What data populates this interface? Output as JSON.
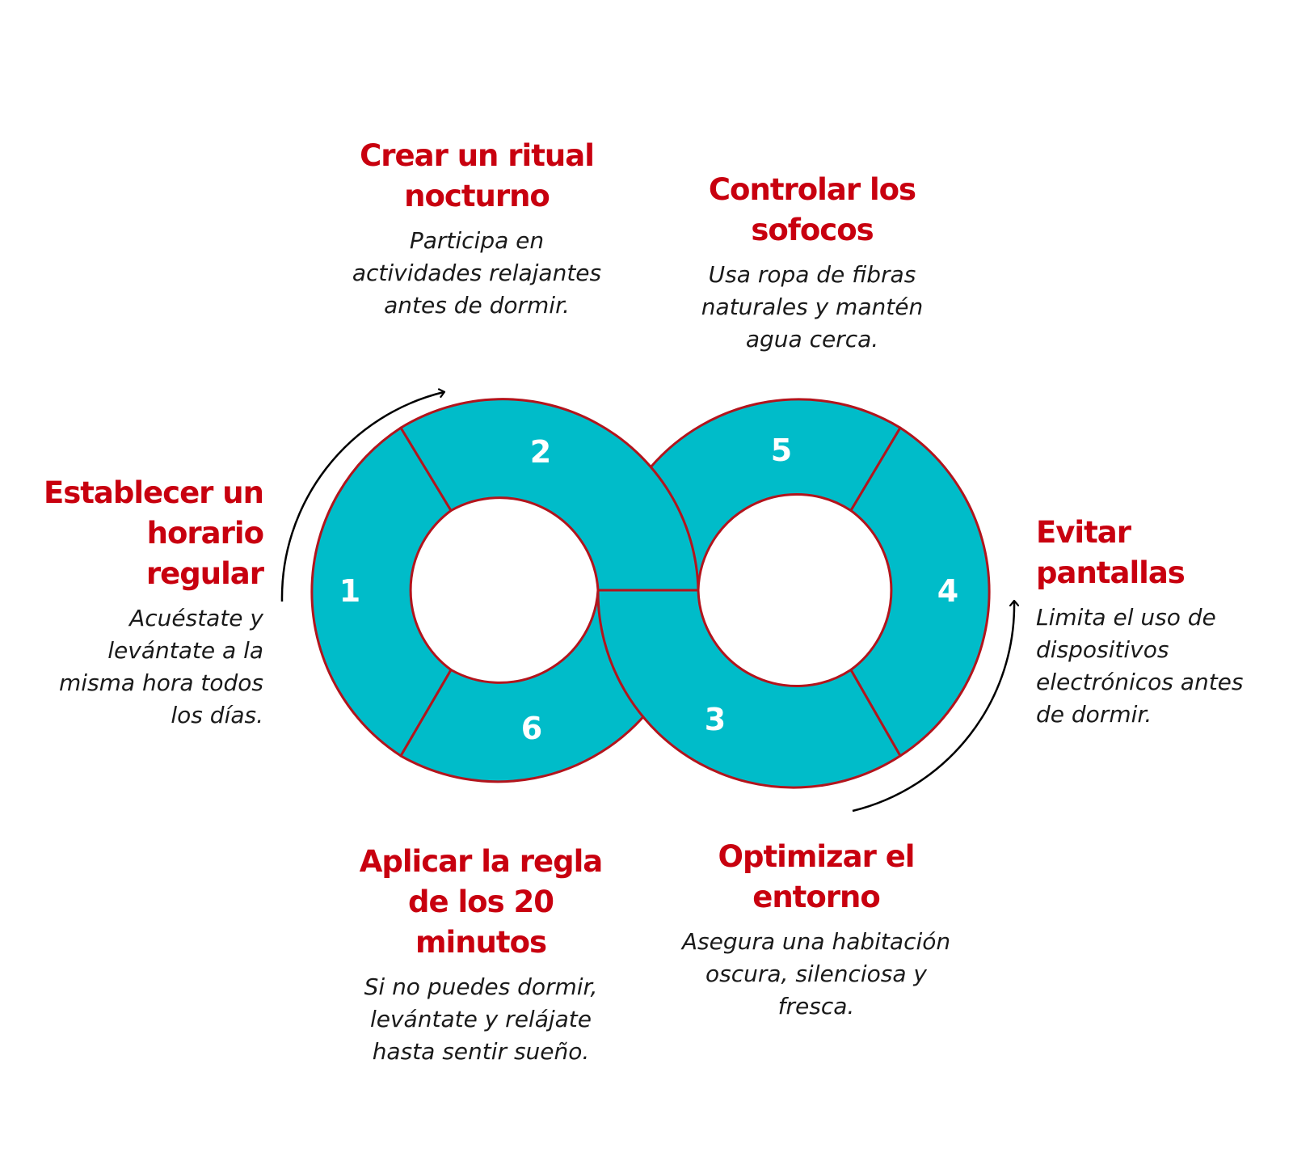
{
  "colors": {
    "ring_fill": "#00bcc9",
    "ring_stroke": "#b3141c",
    "number_color": "#ffffff",
    "title_color": "#c8000f",
    "text_color": "#1a1a1a",
    "arrow_color": "#000000"
  },
  "steps": [
    {
      "number": "1",
      "title": "Establecer un horario regular",
      "description": "Acuéstate y levántate a la misma hora todos los días."
    },
    {
      "number": "2",
      "title": "Crear un ritual nocturno",
      "description": "Participa en actividades relajantes antes de dormir."
    },
    {
      "number": "3",
      "title": "Optimizar el entorno",
      "description": "Asegura una habitación oscura, silenciosa y fresca."
    },
    {
      "number": "4",
      "title": "Evitar pantallas",
      "description": "Limita el uso de dispositivos electrónicos antes de dormir."
    },
    {
      "number": "5",
      "title": "Controlar los sofocos",
      "description": "Usa ropa de fibras naturales y mantén agua cerca."
    },
    {
      "number": "6",
      "title": "Aplicar la regla de los 20 minutos",
      "description": "Si no puedes dormir, levántate y relájate hasta sentir sueño."
    }
  ]
}
